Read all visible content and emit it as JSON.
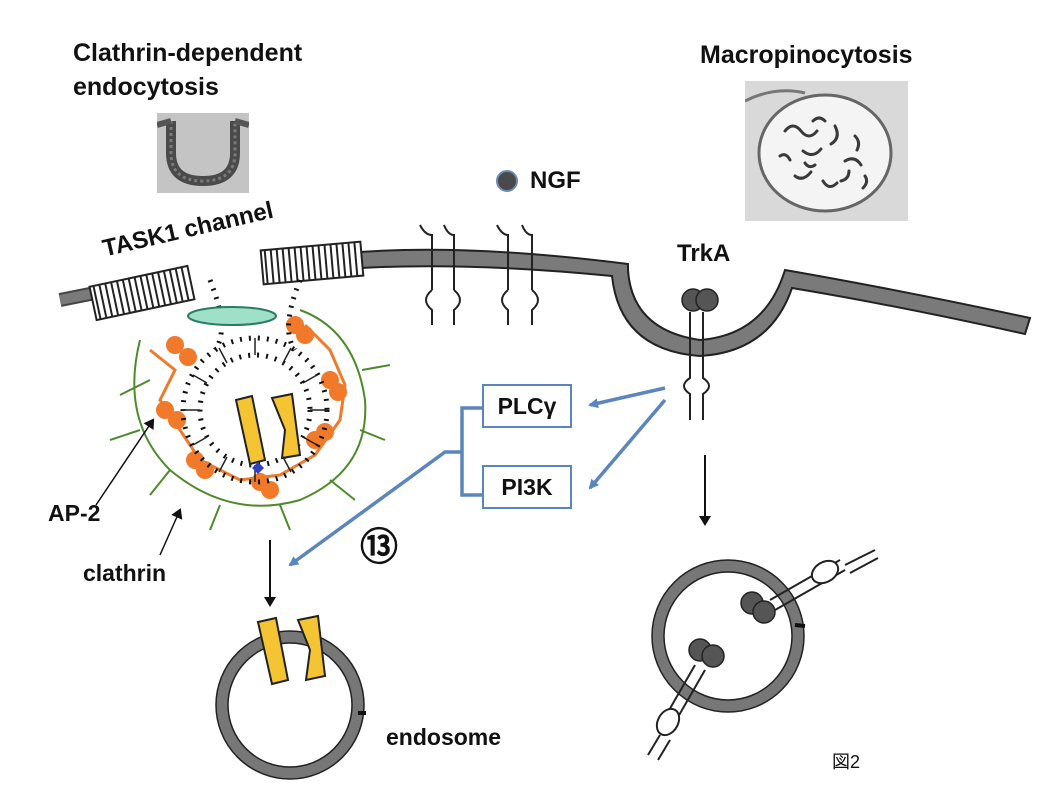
{
  "labels": {
    "clathrin_title_line1": "Clathrin-dependent",
    "clathrin_title_line2": "endocytosis",
    "macro_title": "Macropinocytosis",
    "ngf": "NGF",
    "task1": "TASK1 channel",
    "trka": "TrkA",
    "plc": "PLCγ",
    "pi3k": "PI3K",
    "ap2": "AP-2",
    "clathrin": "clathrin",
    "step": "⑬",
    "endosome": "endosome",
    "figure": "図2"
  },
  "colors": {
    "membrane": "#6f6f6f",
    "arrow_blue": "#5b86bd",
    "clathrin_orange": "#f07a2a",
    "clathrin_green": "#4f8a2a",
    "channel_yellow": "#f5c433",
    "channel_teal": "#9fe0c8",
    "phosphate": "#2e3fbf"
  }
}
